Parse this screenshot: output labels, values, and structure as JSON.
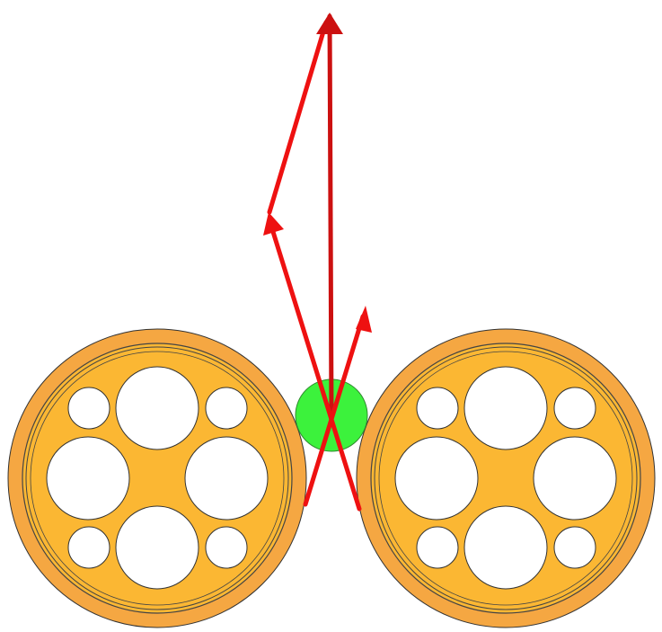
{
  "diagram": {
    "description_visible_text": "",
    "colors": {
      "background": "#ffffff",
      "wheel_rim": "#f5a742",
      "wheel_body": "#fbb733",
      "wheel_outline": "#333333",
      "hole_fill": "#ffffff",
      "ball": "#3cf23c",
      "ball_outline": "#2f8a2f",
      "arrow": "#ee1111",
      "arrow_dark": "#cc1010"
    },
    "elements": {
      "left_wheel": "wheel",
      "right_wheel": "wheel",
      "ball": "sphere",
      "vectors": [
        "vector-a",
        "vector-b",
        "vector-sum",
        "vector-c",
        "vector-d"
      ]
    }
  }
}
